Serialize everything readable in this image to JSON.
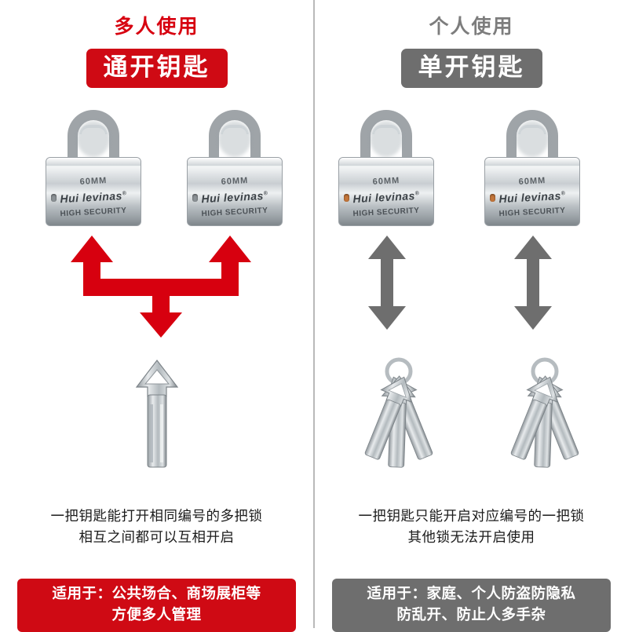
{
  "left": {
    "heading": "多人使用",
    "banner": "通开钥匙",
    "locks": [
      {
        "size": "60MM",
        "brand": "Hui levinas",
        "reg": "®",
        "sub": "HIGH SECURITY"
      },
      {
        "size": "60MM",
        "brand": "Hui levinas",
        "reg": "®",
        "sub": "HIGH SECURITY"
      }
    ],
    "arrow_color": "#d7000f",
    "caption_line1": "一把钥匙能打开相同编号的多把锁",
    "caption_line2": "相互之间都可以互相开启",
    "footer_line1": "适用于：公共场合、商场展柜等",
    "footer_line2": "方便多人管理",
    "footer_color": "#cf0a14",
    "key_count": 1
  },
  "right": {
    "heading": "个人使用",
    "banner": "单开钥匙",
    "locks": [
      {
        "size": "60MM",
        "brand": "Hui levinas",
        "reg": "®",
        "sub": "HIGH SECURITY"
      },
      {
        "size": "60MM",
        "brand": "Hui levinas",
        "reg": "®",
        "sub": "HIGH SECURITY"
      }
    ],
    "arrow_color": "#6e6e6e",
    "caption_line1": "一把钥匙只能开启对应编号的一把锁",
    "caption_line2": "其他锁无法开启使用",
    "footer_line1": "适用于：家庭、个人防盗防隐私",
    "footer_line2": "防乱开、防止人多手杂",
    "footer_color": "#6e6e6e",
    "key_count": 3
  },
  "icons": {
    "padlock": "padlock-icon",
    "key": "key-icon",
    "arrow_up": "arrow-up-icon",
    "arrow_down": "arrow-down-icon",
    "arrow_双": "double-arrow-icon"
  }
}
